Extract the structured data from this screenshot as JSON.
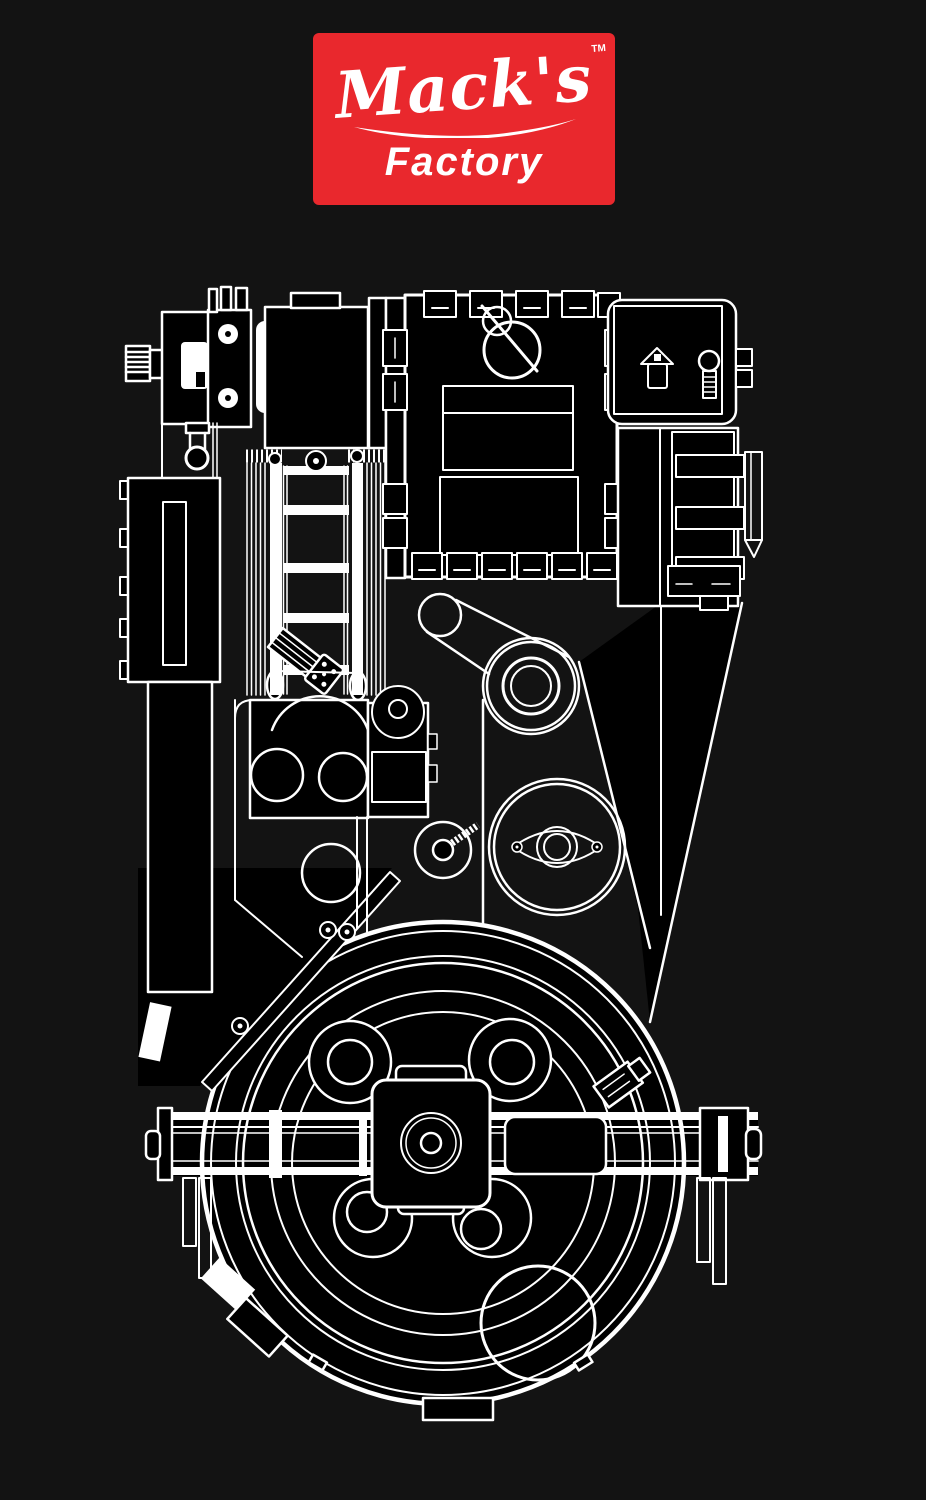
{
  "page": {
    "background_color": "#131313"
  },
  "logo": {
    "brand": "Mack's",
    "trademark": "TM",
    "subtitle": "Factory",
    "bg_color": "#e9282d",
    "text_color": "#ffffff"
  },
  "illustration": {
    "title": "proton-pack-blueprint",
    "description": "White line-art technical schematic of a sci-fi proton pack drawn on a black background",
    "line_color": "#ffffff",
    "fill_color": "#000000",
    "components": [
      "ion-arm",
      "ribbed-connector",
      "crank-generator",
      "crank-knob",
      "booster-frame",
      "lock-fitting",
      "screw-fitting",
      "power-cell",
      "tube-forest",
      "ladder-frame",
      "injector-tube",
      "gearbox",
      "drive-pulleys",
      "drive-belt",
      "cyclotron",
      "bombardment-chambers",
      "center-hub-plate",
      "mounting-rail",
      "n-filter",
      "clippard-valve",
      "attenuator-straps"
    ]
  }
}
